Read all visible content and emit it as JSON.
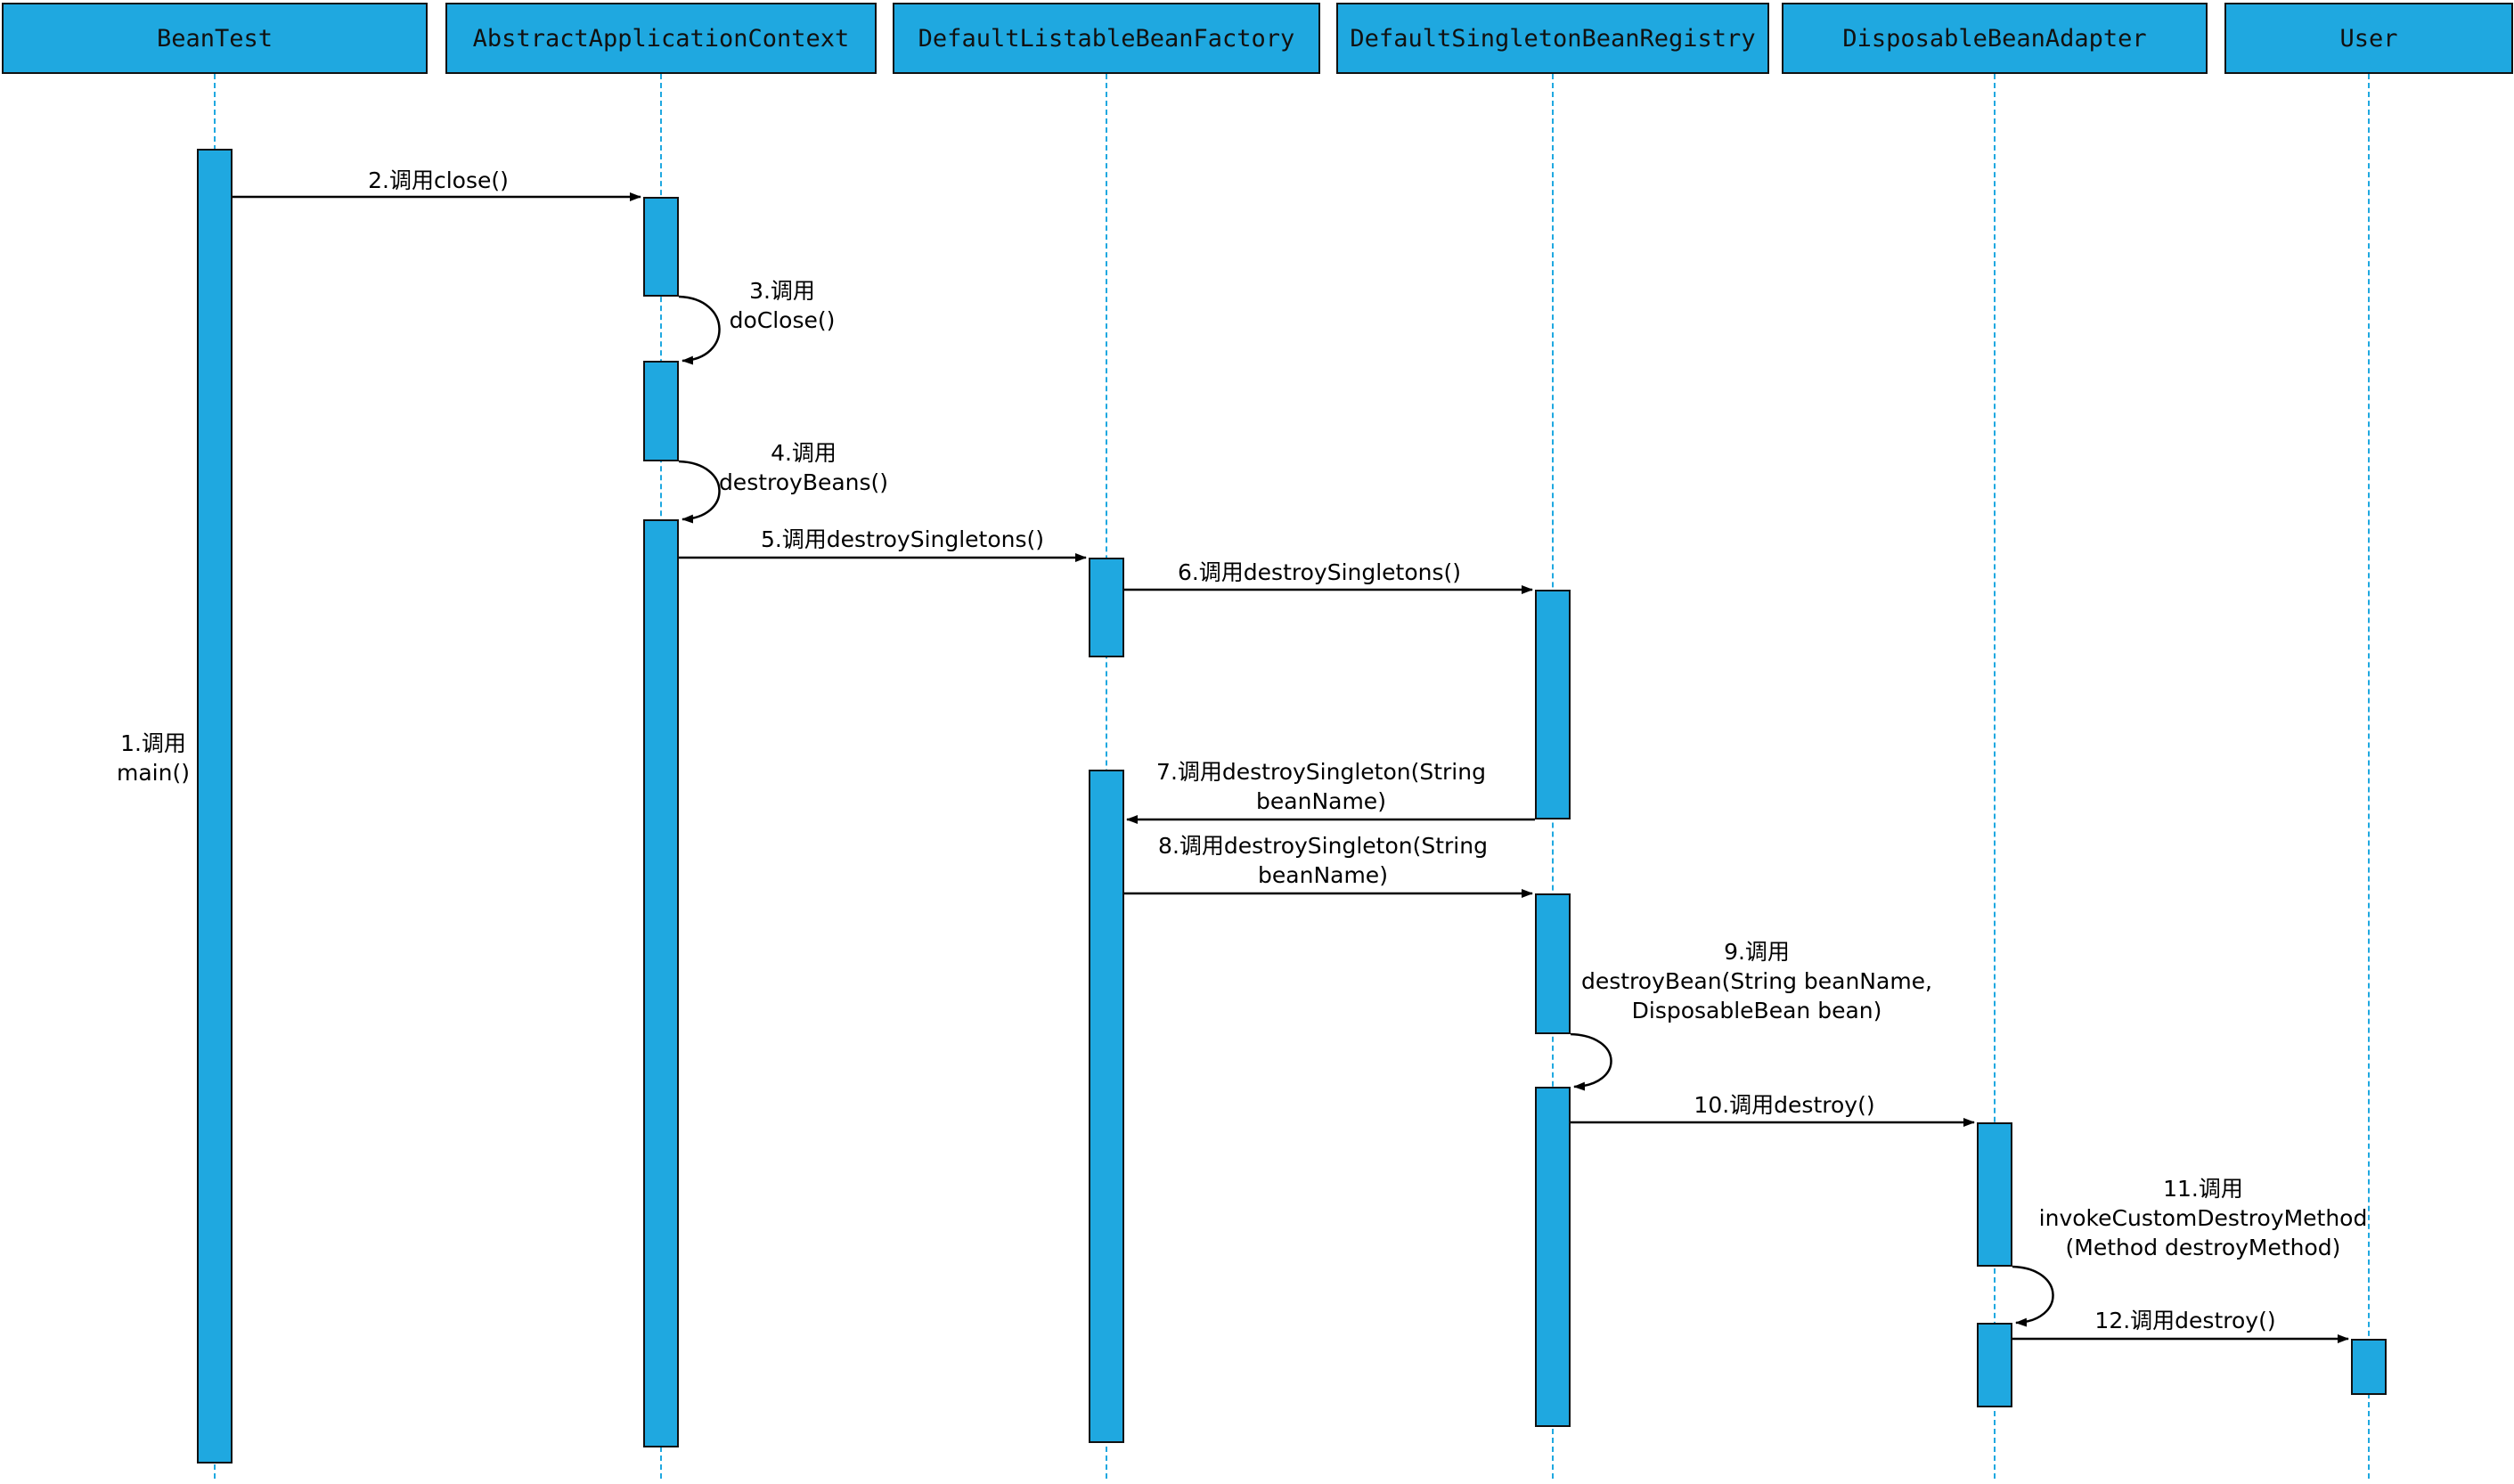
{
  "diagram_type": "uml-sequence-diagram",
  "colors": {
    "shape_fill": "#1FA8E0",
    "shape_border": "#111111",
    "lifeline": "#1FA8E0",
    "arrow": "#000000",
    "background": "#ffffff"
  },
  "lifelines": [
    {
      "name": "BeanTest"
    },
    {
      "name": "AbstractApplicationContext"
    },
    {
      "name": "DefaultListableBeanFactory"
    },
    {
      "name": "DefaultSingletonBeanRegistry"
    },
    {
      "name": "DisposableBeanAdapter"
    },
    {
      "name": "User"
    }
  ],
  "messages": [
    {
      "label": "1.调用\nmain()"
    },
    {
      "label": "2.调用close()"
    },
    {
      "label": "3.调用\ndoClose()"
    },
    {
      "label": "4.调用\ndestroyBeans()"
    },
    {
      "label": "5.调用destroySingletons()"
    },
    {
      "label": "6.调用destroySingletons()"
    },
    {
      "label": "7.调用destroySingleton(String\nbeanName)"
    },
    {
      "label": "8.调用destroySingleton(String\nbeanName)"
    },
    {
      "label": "9.调用\ndestroyBean(String beanName,\nDisposableBean bean)"
    },
    {
      "label": "10.调用destroy()"
    },
    {
      "label": "11.调用\ninvokeCustomDestroyMethod\n(Method destroyMethod)"
    },
    {
      "label": "12.调用destroy()"
    }
  ]
}
